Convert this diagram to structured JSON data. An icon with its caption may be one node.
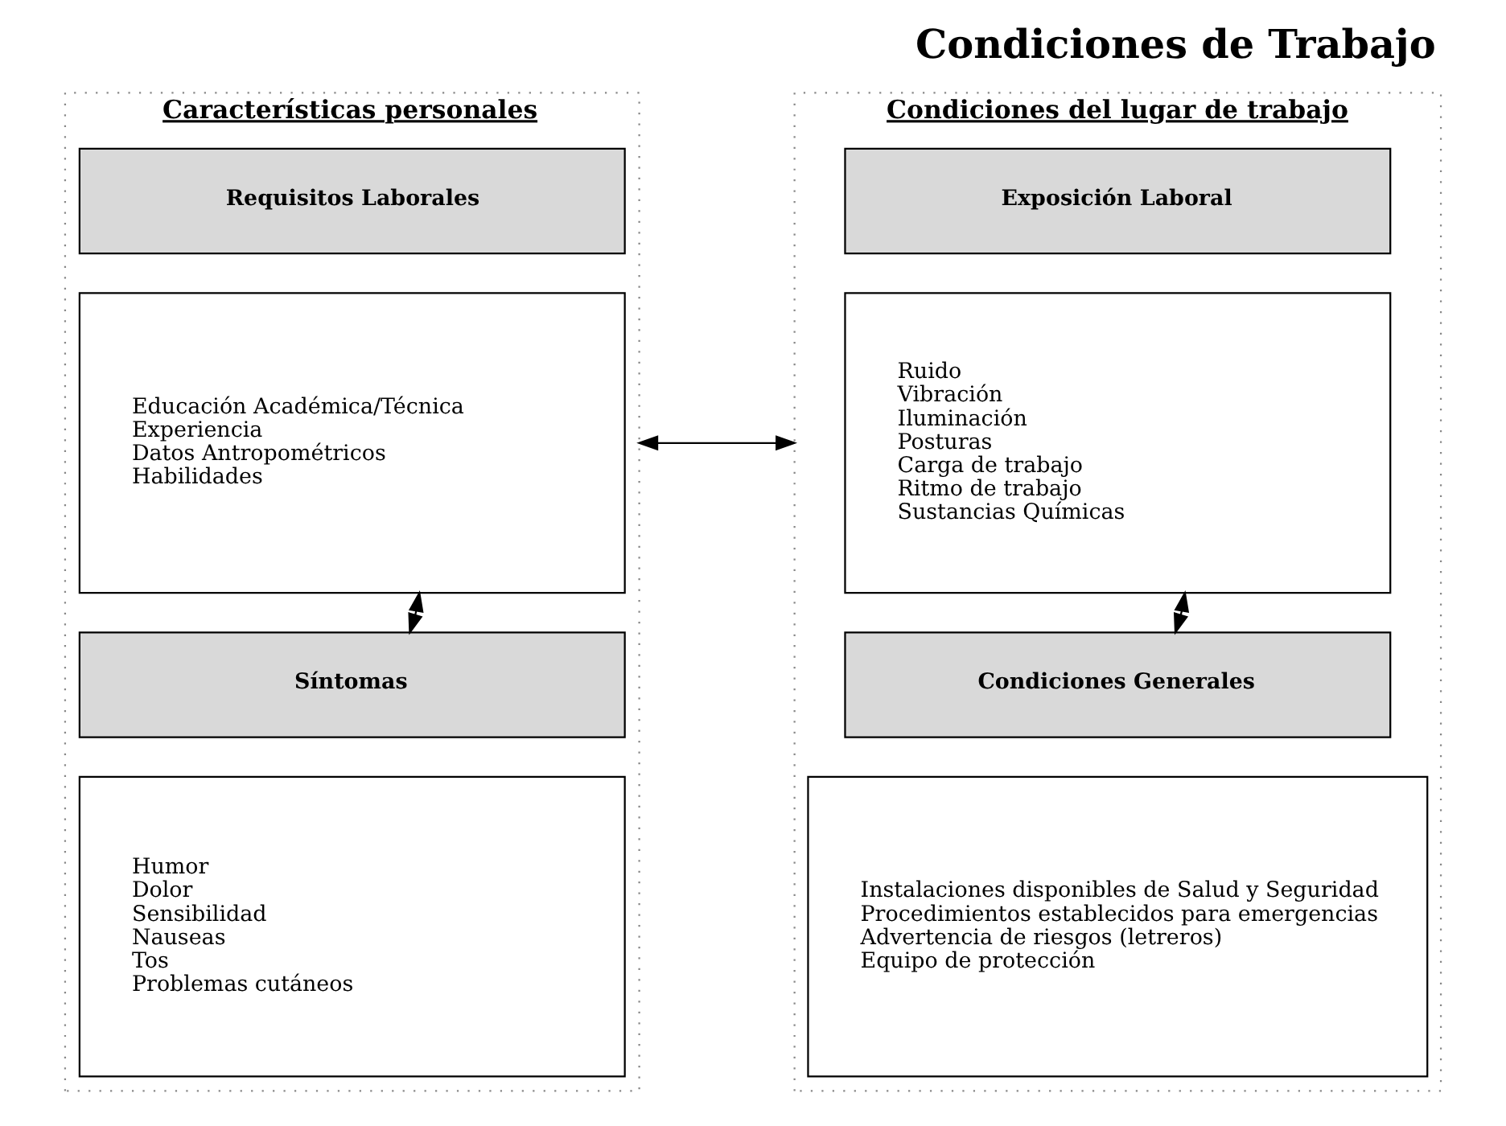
{
  "diagram": {
    "title": "Condiciones de Trabajo",
    "nodes": [
      {
        "text": [
          "Características personales"
        ]
      },
      {
        "text": [
          "Requisitos Laborales"
        ],
        "in": 0
      },
      {
        "text": [
          "Educación Académica/Técnica",
          "Experiencia",
          "Datos Antropométricos",
          "Habilidades"
        ],
        "in": 0
      },
      {
        "text": [
          "Síntomas"
        ],
        "in": 0
      },
      {
        "text": [
          "Humor",
          "Dolor",
          "Sensibilidad",
          "Nauseas",
          "Tos",
          "Problemas cutáneos"
        ],
        "in": 0
      },
      {
        "text": [
          "Condiciones del lugar de trabajo"
        ]
      },
      {
        "text": [
          "Exposición Laboral"
        ],
        "in": 5
      },
      {
        "text": [
          "Ruido",
          "Vibración",
          "Iluminación",
          "Posturas",
          "Carga de trabajo",
          "Ritmo de trabajo",
          "Sustancias Químicas"
        ],
        "in": 5
      },
      {
        "text": [
          "Condiciones Generales"
        ],
        "in": 5
      },
      {
        "text": [
          "Instalaciones disponibles de Salud y Seguridad",
          "Procedimientos establecidos para emergencias",
          "Advertencia de riesgos (letreros)",
          "Equipo de protección"
        ],
        "in": 5
      }
    ],
    "edges": [
      {
        "from": 2,
        "to": 3,
        "arrow": "both"
      },
      {
        "from": 0,
        "to": 5,
        "arrow": "both"
      },
      {
        "from": 7,
        "to": 8,
        "arrow": "both"
      }
    ]
  }
}
